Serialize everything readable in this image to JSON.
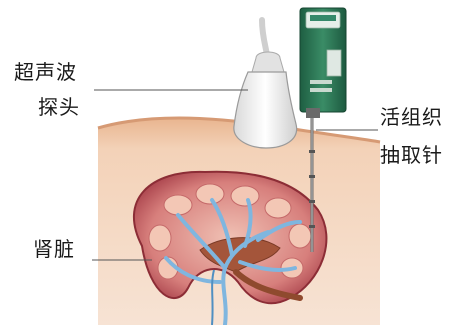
{
  "labels": {
    "probe_line1": "超声波",
    "probe_line2": "探头",
    "needle_line1": "活组织",
    "needle_line2": "抽取针",
    "kidney": "肾脏"
  },
  "colors": {
    "skin": "#f2cdb0",
    "skin_edge": "#dca27e",
    "probe_body": "#eeeeee",
    "device_green": "#2f7d5a",
    "kidney_outer": "#b24a52",
    "kidney_inner": "#e7a59b",
    "pelvis": "#9c4f36",
    "vessels_blue": "#7fb6df",
    "leader_line": "#555555"
  }
}
